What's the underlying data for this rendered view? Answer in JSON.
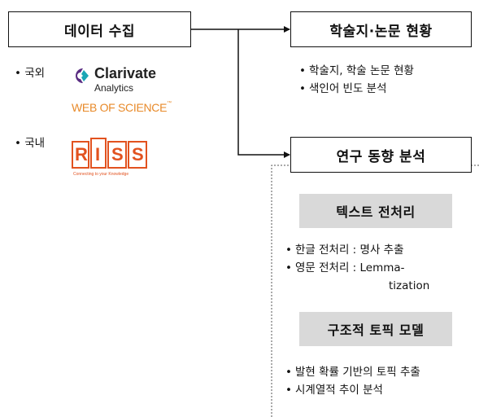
{
  "diagram": {
    "collect_box": {
      "label": "데이터 수집"
    },
    "status_box": {
      "label": "학술지·논문 현황",
      "items": [
        "학술지, 학술 논문 현황",
        "색인어 빈도 분석"
      ]
    },
    "trend_box": {
      "label": "연구 동향 분석"
    },
    "sources": {
      "foreign": {
        "label": "국외",
        "clarivate_name": "Clarivate",
        "clarivate_sub": "Analytics",
        "wos": "WEB OF SCIENCE",
        "wos_tm": "™"
      },
      "domestic": {
        "label": "국내",
        "riss_letters": [
          "R",
          "I",
          "S",
          "S"
        ],
        "riss_tagline": "Connecting to your Knowledge"
      }
    },
    "preprocess": {
      "label": "텍스트 전처리",
      "items": [
        "한글 전처리 : 명사 추출",
        "영문 전처리 : Lemma-"
      ],
      "continuation": "tization"
    },
    "topic_model": {
      "label": "구조적 토픽 모델",
      "items": [
        "발현 확률 기반의 토픽 추출",
        "시계열적 추이 분석"
      ]
    },
    "colors": {
      "box_border": "#111111",
      "gray_fill": "#d9d9d9",
      "clarivate_purple": "#5a2d82",
      "clarivate_teal": "#1ba6b5",
      "wos_orange": "#e88a2a",
      "riss_orange": "#e2521f",
      "dashed_line": "#555555"
    }
  }
}
